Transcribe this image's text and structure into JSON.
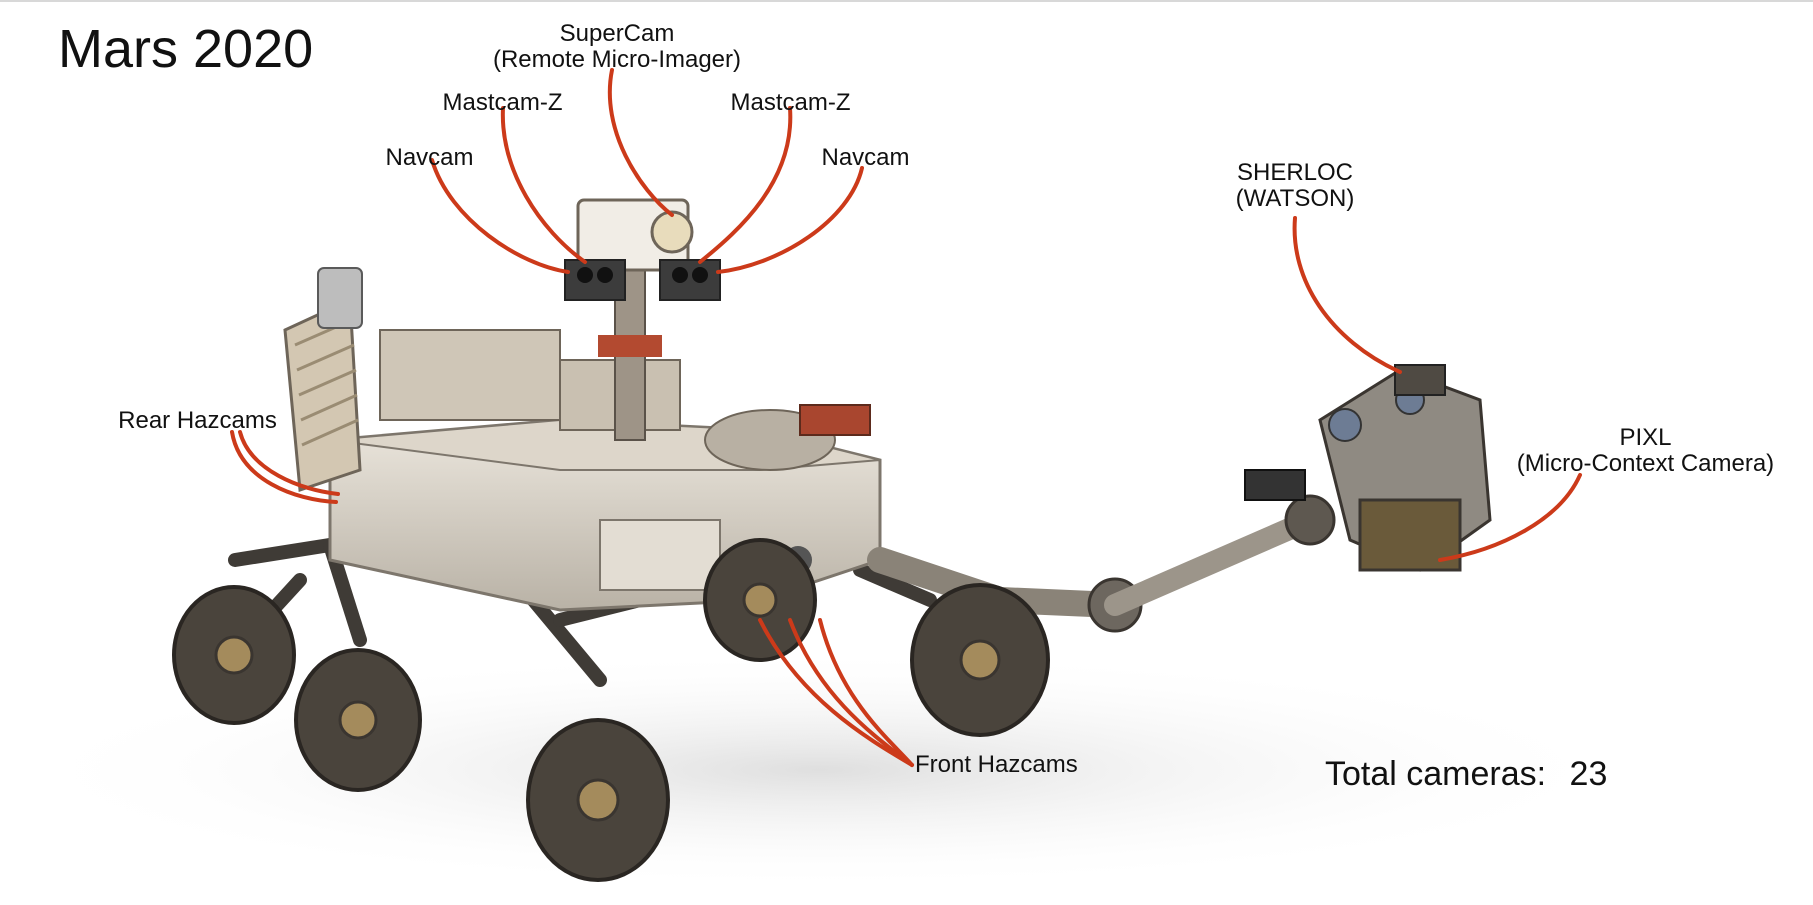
{
  "figure": {
    "title": "Mars 2020",
    "total_cameras_label": "Total cameras:",
    "total_cameras_value": "23",
    "leader_color": "#cc3a1a",
    "labels": {
      "supercam_line1": "SuperCam",
      "supercam_line2": "(Remote Micro-Imager)",
      "mastcamz_left": "Mastcam-Z",
      "mastcamz_right": "Mastcam-Z",
      "navcam_left": "Navcam",
      "navcam_right": "Navcam",
      "sherloc_line1": "SHERLOC",
      "sherloc_line2": "(WATSON)",
      "rear_hazcams": "Rear Hazcams",
      "pixl_line1": "PIXL",
      "pixl_line2": "(Micro-Context Camera)",
      "front_hazcams": "Front Hazcams"
    }
  }
}
